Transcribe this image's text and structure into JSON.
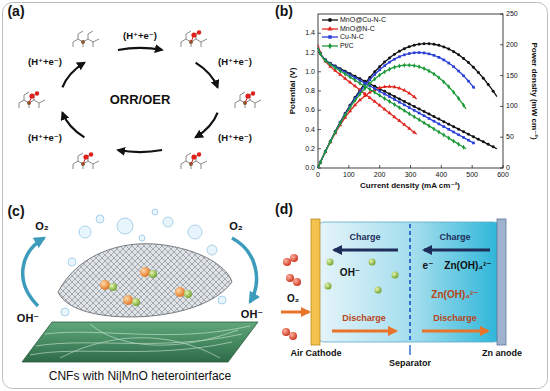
{
  "diagram": {
    "labels": [
      "(a)",
      "ORR/OER",
      "(H⁺+e⁻)",
      "(H⁺+e⁻)",
      "(H⁺+e⁻)",
      "(H⁺+e⁻)",
      "(H⁺+e⁻)",
      "(b)",
      "Potential (V)",
      "Power density (mW cm⁻²)",
      "Current density (mA cm⁻²)",
      "0.0",
      "0.2",
      "0.4",
      "0.6",
      "0.8",
      "1.0",
      "1.2",
      "1.4",
      "0",
      "50",
      "100",
      "150",
      "200",
      "250",
      "0",
      "100",
      "200",
      "300",
      "400",
      "500",
      "600",
      "(c)",
      "O₂",
      "O₂",
      "OH⁻",
      "OH⁻",
      "CNFs with Ni|MnO heterointerface",
      "(d)",
      "Charge",
      "Charge",
      "e⁻",
      "Zn(OH)₄²⁻",
      "OH⁻",
      "Zn(OH)₄²⁻",
      "O₂",
      "Discharge",
      "Discharge",
      "Air Cathode",
      "Separator",
      "Zn anode"
    ],
    "legend": [
      {
        "text": "MnO@Cu-N-C"
      },
      {
        "text": "MnO@N-C"
      },
      {
        "text": "Cu-N-C"
      },
      {
        "text": "Pt/C"
      }
    ]
  }
}
